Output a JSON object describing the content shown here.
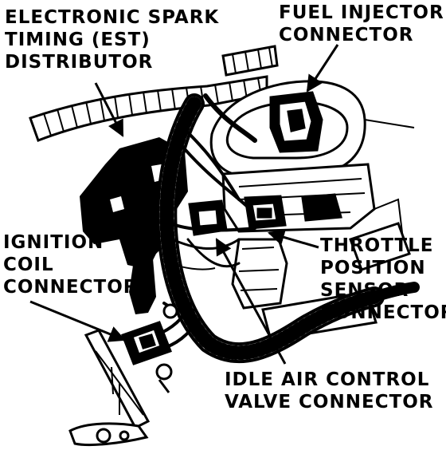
{
  "labels": {
    "est_distributor": [
      "ELECTRONIC SPARK",
      "TIMING (EST)",
      "DISTRIBUTOR"
    ],
    "fuel_injector": [
      "FUEL INJECTOR",
      "CONNECTOR"
    ],
    "ignition_coil": [
      "IGNITION",
      "COIL",
      "CONNECTOR"
    ],
    "throttle_position": [
      "THROTTLE",
      "POSITION",
      "SENSOR",
      "CONNECTOR"
    ],
    "idle_air_control": [
      "IDLE AIR CONTROL",
      "VALVE CONNECTOR"
    ]
  },
  "colors": {
    "ink": "#000000",
    "paper": "#ffffff"
  }
}
